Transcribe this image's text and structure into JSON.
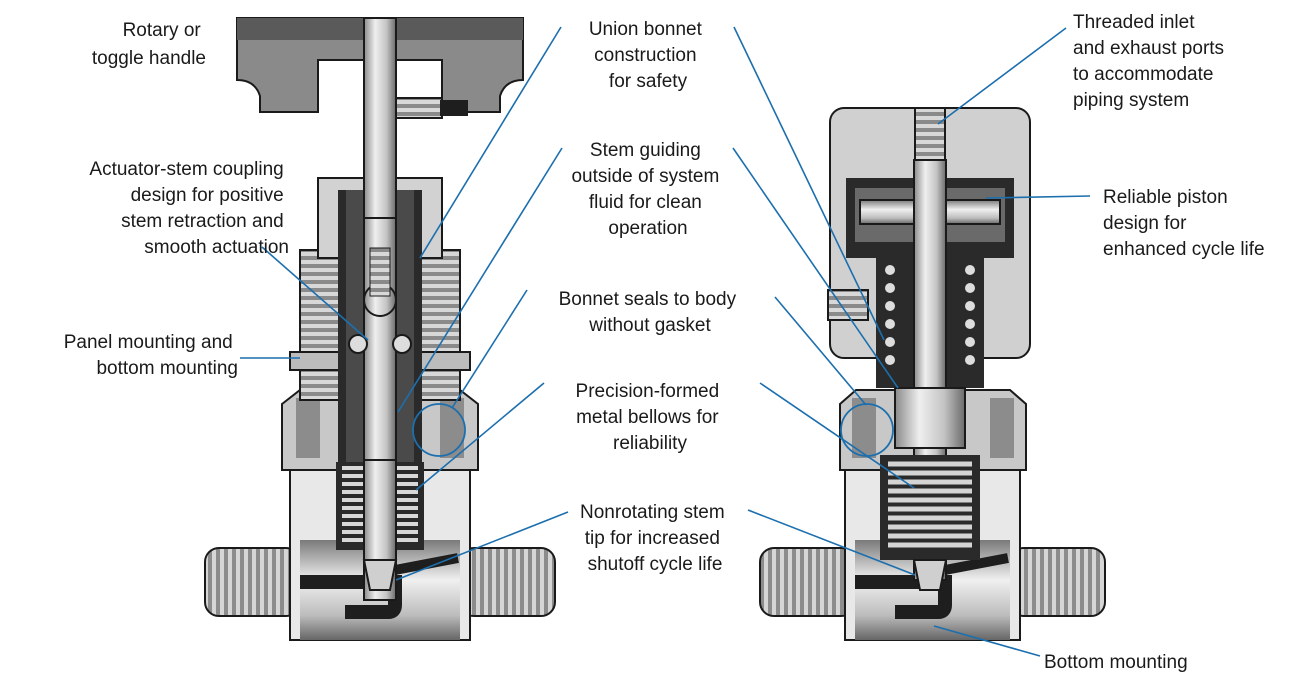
{
  "colors": {
    "leader_line": "#1c6fae",
    "metal_light": "#e2e2e2",
    "metal_mid": "#b4b4b4",
    "metal_dark": "#6e6e6e",
    "body_black": "#1e1e1e",
    "text": "#1a1a1a"
  },
  "labels": {
    "handle": [
      "Rotary or",
      "toggle handle"
    ],
    "coupling": [
      "Actuator-stem coupling",
      "design for positive",
      "stem retraction and",
      "smooth actuation"
    ],
    "panel": [
      "Panel mounting and",
      "bottom mounting"
    ],
    "union_bonnet": [
      "Union bonnet",
      "construction",
      "for safety"
    ],
    "stem_guiding": [
      "Stem guiding",
      "outside of system",
      "fluid for clean",
      "operation"
    ],
    "bonnet_seals": [
      "Bonnet seals to body",
      "without gasket"
    ],
    "bellows": [
      "Precision-formed",
      "metal bellows for",
      "reliability"
    ],
    "stem_tip": [
      "Nonrotating stem",
      "tip for increased",
      "shutoff cycle life"
    ],
    "ports": [
      "Threaded inlet",
      "and exhaust ports",
      "to accommodate",
      "piping system"
    ],
    "piston": [
      "Reliable piston",
      "design for",
      "enhanced cycle life"
    ],
    "bottom": [
      "Bottom mounting"
    ]
  }
}
